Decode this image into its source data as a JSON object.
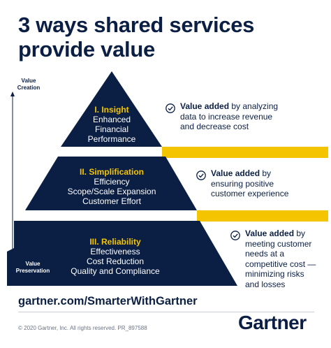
{
  "title": {
    "line1": "3 ways shared services",
    "line2": "provide value"
  },
  "axis": {
    "top_label_1": "Value",
    "top_label_2": "Creation",
    "bottom_label_1": "Value",
    "bottom_label_2": "Preservation"
  },
  "tiers": [
    {
      "title": "I. Insight",
      "lines": [
        "Enhanced",
        "Financial",
        "Performance"
      ]
    },
    {
      "title": "II. Simplification",
      "lines": [
        "Efficiency",
        "Scope/Scale Expansion",
        "Customer Effort"
      ]
    },
    {
      "title": "III. Reliability",
      "lines": [
        "Effectiveness",
        "Cost Reduction",
        "Quality and Compliance"
      ]
    }
  ],
  "values": [
    {
      "bold": "Value added",
      "first_rest": " by analyzing",
      "lines": [
        "data to increase revenue",
        "and decrease cost"
      ]
    },
    {
      "bold": "Value added",
      "first_rest": " by",
      "lines": [
        "ensuring positive",
        "customer experience"
      ]
    },
    {
      "bold": "Value added",
      "first_rest": " by",
      "lines": [
        "meeting customer",
        "needs at a",
        "competitive cost —",
        "minimizing risks",
        "and losses"
      ]
    }
  ],
  "footer": {
    "url": "gartner.com/SmarterWithGartner",
    "copyright": "© 2020 Gartner, Inc. All rights reserved. PR_897588",
    "logo": "Gartner"
  },
  "colors": {
    "navy": "#0b1f44",
    "yellow": "#f5c400",
    "white": "#ffffff"
  }
}
